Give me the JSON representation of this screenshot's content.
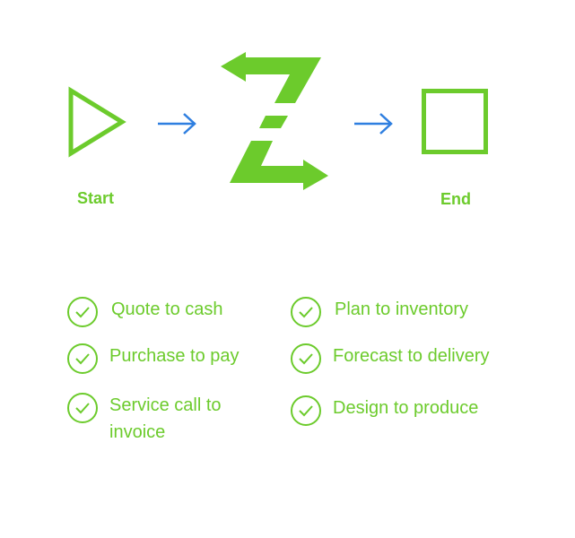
{
  "flow": {
    "start_label": "Start",
    "end_label": "End"
  },
  "colors": {
    "green": "#6ccb2c",
    "blue": "#2f7fe0"
  },
  "processes": [
    {
      "label": "Quote to cash"
    },
    {
      "label": "Purchase to pay"
    },
    {
      "label": "Service call to invoice"
    },
    {
      "label": "Plan to inventory"
    },
    {
      "label": "Forecast to delivery"
    },
    {
      "label": "Design to produce"
    }
  ]
}
